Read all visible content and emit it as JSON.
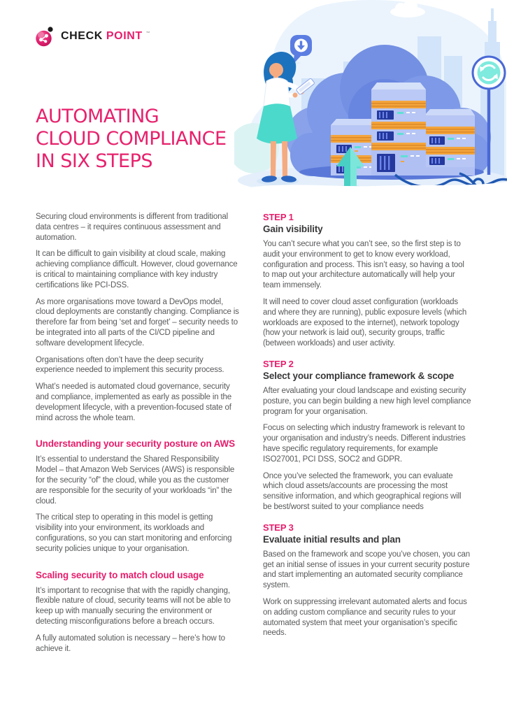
{
  "brand": {
    "name_part1": "CHECK",
    "name_part2": "POINT",
    "trademark": "™"
  },
  "hero": {
    "title_lines": [
      "AUTOMATING",
      "CLOUD COMPLIANCE",
      "IN SIX STEPS"
    ]
  },
  "colors": {
    "brand_pink": "#e71d6c",
    "body_gray": "#58595b",
    "step_title_dark": "#38383a",
    "cloud_blue": "#7490e3",
    "server_orange": "#f4a53c",
    "accent_teal": "#5fe0d5",
    "cable_blue": "#2058b2",
    "background_light_blue": "#ebf4fd"
  },
  "illustration": {
    "icons": {
      "download_bubble": "download-arrow-speech-bubble",
      "sync_badge": "sync-refresh-circle",
      "upload_arrow": "upload-arrow"
    }
  },
  "left_column": {
    "intro_paragraphs": [
      "Securing cloud environments is different from traditional data centres – it requires continuous assessment and automation.",
      "It can be difficult to gain visibility at cloud scale, making achieving compliance difficult. However, cloud governance is critical to maintaining compliance with key industry certifications like PCI-DSS.",
      "As more organisations move toward a DevOps model, cloud deployments are constantly changing. Compliance is therefore far from being ‘set and forget’ – security needs to be integrated into all parts of the CI/CD pipeline and software development lifecycle.",
      "Organisations often don’t have the deep security experience needed to implement this security process.",
      "What’s needed is automated cloud governance, security and compliance, implemented as early as possible in the development lifecycle, with a prevention-focused state of mind across the whole team."
    ],
    "sections": [
      {
        "heading": "Understanding your security posture on AWS",
        "paragraphs": [
          "It’s essential to understand the Shared Responsibility Model – that Amazon Web Services (AWS) is responsible for the security “of” the cloud, while you as the customer are responsible for the security of your workloads “in” the cloud.",
          "The critical step to operating in this model is getting visibility into your environment, its workloads and configurations, so you can start monitoring and enforcing security policies unique to your organisation."
        ]
      },
      {
        "heading": "Scaling security to match cloud usage",
        "paragraphs": [
          "It’s important to recognise that with the rapidly changing, flexible nature of cloud, security teams will not be able to keep up with manually securing the environment or detecting misconfigurations before a breach occurs.",
          "A fully automated solution is necessary – here’s how to achieve it."
        ]
      }
    ]
  },
  "right_column": {
    "steps": [
      {
        "label": "STEP 1",
        "title": "Gain visibility",
        "paragraphs": [
          "You can’t secure what you can’t see, so the first step is to audit your environment to get to know every workload, configuration and process. This isn’t easy, so having a tool to map out your architecture automatically will help your team immensely.",
          "It will need to cover cloud asset configuration (workloads and where they are running), public exposure levels (which workloads are exposed to the internet), network topology (how your network is laid out), security groups, traffic (between workloads) and user activity."
        ]
      },
      {
        "label": "STEP 2",
        "title": "Select your compliance framework & scope",
        "paragraphs": [
          "After evaluating your cloud landscape and existing security posture, you can begin building a new high level compliance program for your organisation.",
          "Focus on selecting which industry framework is relevant to your organisation and industry’s needs. Different industries have specific regulatory requirements, for example ISO27001, PCI DSS, SOC2 and GDPR.",
          "Once you’ve selected the framework, you can evaluate which cloud assets/accounts are processing the most sensitive information, and which geographical regions will be best/worst suited to your compliance needs"
        ]
      },
      {
        "label": "STEP 3",
        "title": "Evaluate initial results and plan",
        "paragraphs": [
          "Based on the framework and scope you’ve chosen, you can get an initial sense of issues in your current security posture and start implementing an automated security compliance system.",
          "Work on suppressing irrelevant automated alerts and focus on adding custom compliance and security rules to your automated system that meet your organisation’s specific needs."
        ]
      }
    ]
  }
}
